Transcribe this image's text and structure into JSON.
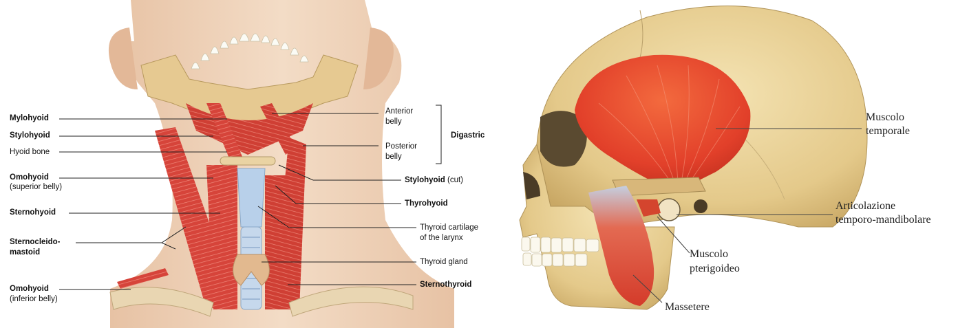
{
  "left_diagram": {
    "labels_left": {
      "mylohyoid": "Mylohyoid",
      "stylohyoid": "Stylohyoid",
      "hyoid_bone": "Hyoid bone",
      "omohyoid_superior": "Omohyoid",
      "omohyoid_superior_sub": "(superior belly)",
      "sternohyoid": "Sternohyoid",
      "sternocleido_1": "Sternocleido-",
      "sternocleido_2": "mastoid",
      "omohyoid_inferior": "Omohyoid",
      "omohyoid_inferior_sub": "(inferior belly)"
    },
    "labels_right": {
      "anterior_belly_1": "Anterior",
      "anterior_belly_2": "belly",
      "digastric": "Digastric",
      "posterior_belly_1": "Posterior",
      "posterior_belly_2": "belly",
      "stylohyoid_cut": "Stylohyoid",
      "stylohyoid_cut_suffix": "(cut)",
      "thyrohyoid": "Thyrohyoid",
      "thyroid_cartilage_1": "Thyroid cartilage",
      "thyroid_cartilage_2": "of the larynx",
      "thyroid_gland": "Thyroid gland",
      "sternothyroid": "Sternothyroid"
    }
  },
  "right_diagram": {
    "temporale_1": "Muscolo",
    "temporale_2": "temporale",
    "articolazione_1": "Articolazione",
    "articolazione_2": "temporo-mandibolare",
    "pterigoideo_1": "Muscolo",
    "pterigoideo_2": "pterigoideo",
    "massetere": "Massetere"
  },
  "colors": {
    "skin": "#eed3b8",
    "muscle": "#d9463a",
    "bone": "#e8c98c",
    "cartilage": "#a9c4e0",
    "temporalis": "#e8432a"
  }
}
